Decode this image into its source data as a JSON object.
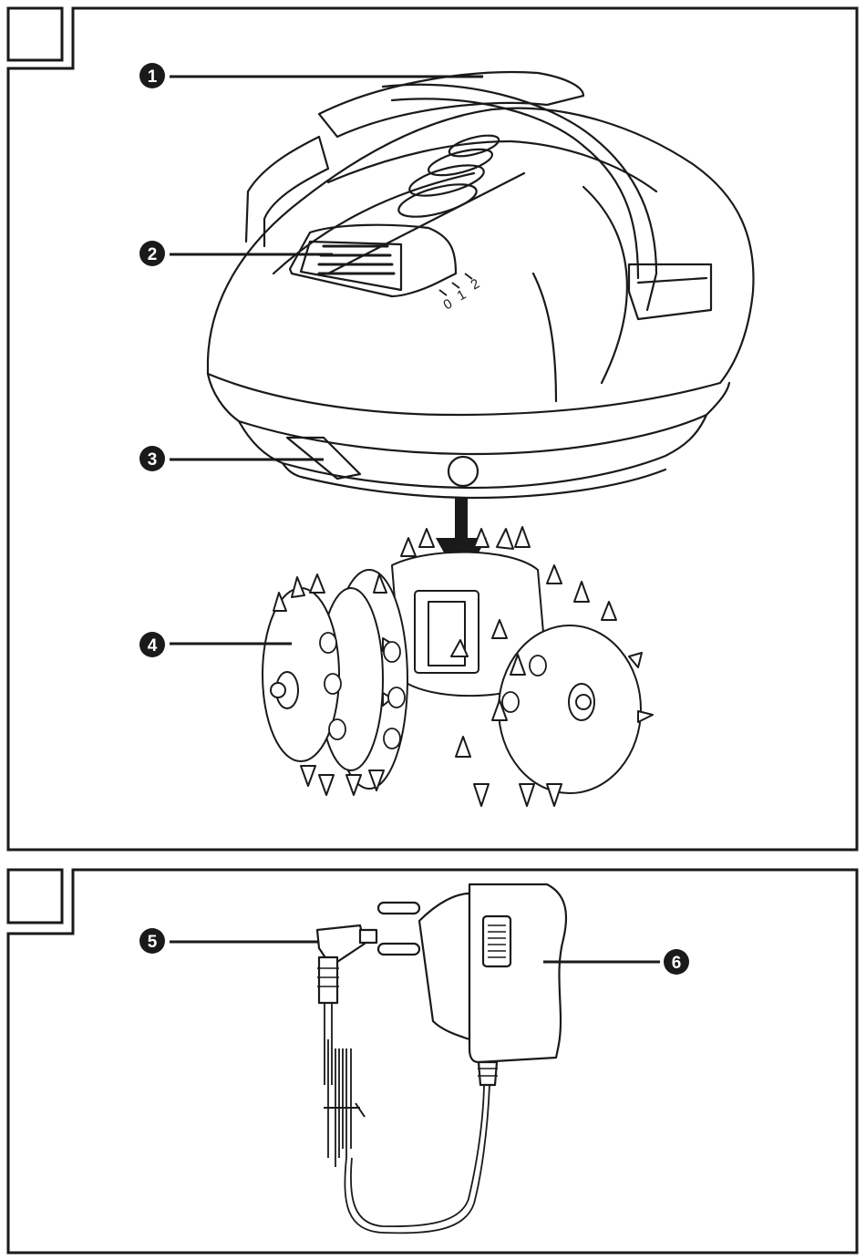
{
  "figures": [
    {
      "id": "A",
      "label_box": "",
      "callouts": [
        {
          "number": "1",
          "part": "handle-strap"
        },
        {
          "number": "2",
          "part": "speed-switch"
        },
        {
          "number": "3",
          "part": "attachment-release"
        },
        {
          "number": "4",
          "part": "massage-roller-attachment"
        }
      ],
      "switch_scale": [
        "0",
        "1",
        "2"
      ]
    },
    {
      "id": "B",
      "label_box": "",
      "callouts": [
        {
          "number": "5",
          "part": "dc-plug"
        },
        {
          "number": "6",
          "part": "power-adapter"
        }
      ]
    }
  ],
  "colors": {
    "ink": "#1a1a1a",
    "paper": "#ffffff"
  }
}
